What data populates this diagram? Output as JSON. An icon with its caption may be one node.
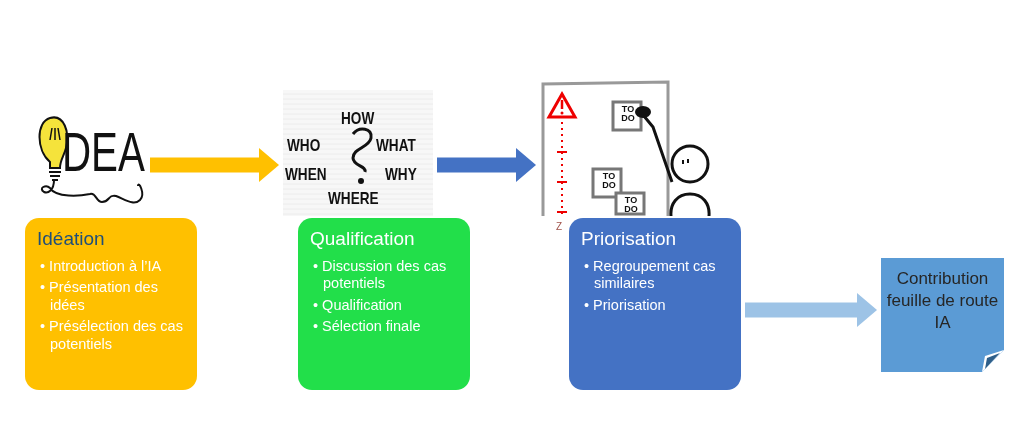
{
  "diagram": {
    "nodes": [
      {
        "text": [],
        "shape": "picture"
      },
      {
        "text": [
          "Idéation",
          "• Introduction à l’IA",
          "• Présentation des idées",
          "• Présélection des cas potentiels"
        ]
      },
      {
        "text": [],
        "shape": "picture"
      },
      {
        "text": [
          "Qualification",
          "• Discussion des cas potentiels",
          "• Qualification",
          "• Sélection finale"
        ]
      },
      {
        "text": [],
        "shape": "picture"
      },
      {
        "text": [
          "Priorisation",
          "• Regroupement cas similaires",
          "• Priorisation"
        ]
      },
      {
        "text": [
          "Contribution feuille de route IA"
        ]
      }
    ],
    "edges": [
      {
        "from": 0,
        "to": 2,
        "arrow": "to",
        "color": "#ffc000"
      },
      {
        "from": 2,
        "to": 4,
        "arrow": "to",
        "color": "#4472c4"
      },
      {
        "from": 5,
        "to": 6,
        "arrow": "to",
        "color": "#9dc3e6"
      }
    ],
    "labels": [
      "DEA",
      "HOW",
      "WHO",
      "WHAT",
      "WHEN",
      "WHY",
      "WHERE",
      "TO DO",
      "TO DO",
      "TO DO",
      "Z"
    ]
  }
}
